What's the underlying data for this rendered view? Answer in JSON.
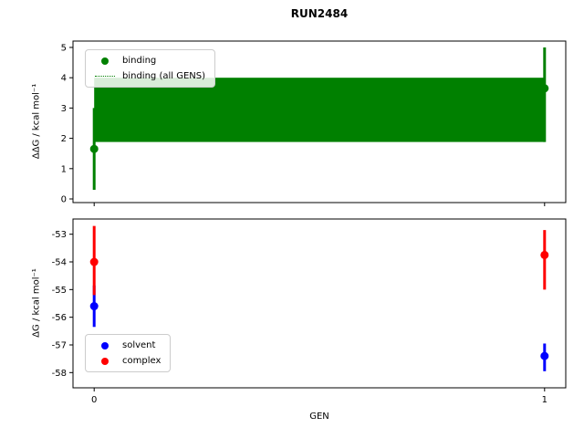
{
  "title": "RUN2484",
  "xlabel": "GEN",
  "chart_data": [
    {
      "type": "scatter",
      "ylabel": "ΔΔG / kcal mol⁻¹",
      "ylim": [
        -0.12,
        5.21
      ],
      "yticks": [
        0,
        1,
        2,
        3,
        4,
        5
      ],
      "xlim": [
        -0.047,
        1.047
      ],
      "xticks": [
        0,
        1
      ],
      "show_xtick_labels": false,
      "series": [
        {
          "name": "binding",
          "color": "#008000",
          "x": [
            0,
            1
          ],
          "y": [
            1.65,
            3.65
          ],
          "err_lo": [
            0.3,
            1.88
          ],
          "err_hi": [
            3.0,
            5.0
          ]
        }
      ],
      "band": {
        "name": "binding (all GENS)",
        "color": "#008000",
        "low": 1.88,
        "high": 4.0,
        "center": 2.95,
        "x_range": [
          0,
          1
        ],
        "line_style": "dotted"
      },
      "legend": [
        {
          "label": "binding",
          "marker": "dot",
          "color": "#008000"
        },
        {
          "label": "binding (all GENS)",
          "marker": "dotted-line",
          "color": "#008000"
        }
      ]
    },
    {
      "type": "scatter",
      "ylabel": "ΔG / kcal mol⁻¹",
      "ylim": [
        -58.55,
        -52.45
      ],
      "yticks": [
        -53,
        -54,
        -55,
        -56,
        -57,
        -58
      ],
      "xlim": [
        -0.047,
        1.047
      ],
      "xticks": [
        0,
        1
      ],
      "show_xtick_labels": true,
      "series": [
        {
          "name": "solvent",
          "color": "#0000ff",
          "x": [
            0,
            1
          ],
          "y": [
            -55.6,
            -57.4
          ],
          "err_lo": [
            -56.35,
            -57.95
          ],
          "err_hi": [
            -54.85,
            -56.95
          ]
        },
        {
          "name": "complex",
          "color": "#ff0000",
          "x": [
            0,
            1
          ],
          "y": [
            -54.0,
            -53.75
          ],
          "err_lo": [
            -55.2,
            -55.0
          ],
          "err_hi": [
            -52.7,
            -52.85
          ]
        }
      ],
      "legend": [
        {
          "label": "solvent",
          "marker": "dot",
          "color": "#0000ff"
        },
        {
          "label": "complex",
          "marker": "dot",
          "color": "#ff0000"
        }
      ]
    }
  ]
}
